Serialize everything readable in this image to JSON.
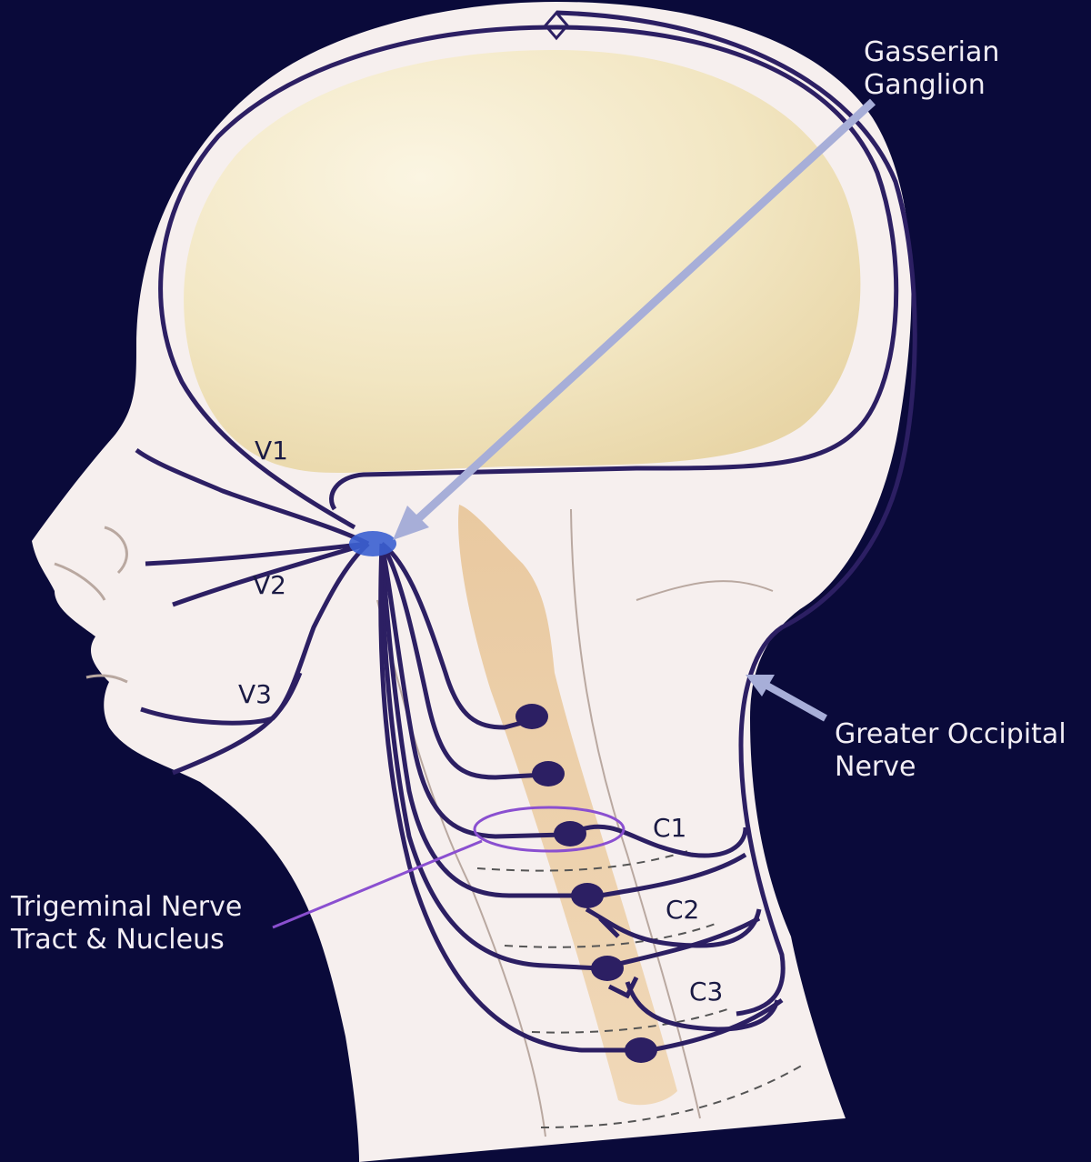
{
  "labels": {
    "gasserian_line1": "Gasserian",
    "gasserian_line2": "Ganglion",
    "occipital_line1": "Greater Occipital",
    "occipital_line2": "Nerve",
    "trigeminal_line1": "Trigeminal Nerve",
    "trigeminal_line2": "Tract & Nucleus",
    "v1": "V1",
    "v2": "V2",
    "v3": "V3",
    "c1": "C1",
    "c2": "C2",
    "c3": "C3"
  },
  "colors": {
    "background": "#0a0a3a",
    "skin": "#f6efee",
    "brain": "#f1e6c4",
    "spine": "#ebcfa6",
    "nerve": "#2c1f63",
    "ganglion": "#3b5fd0",
    "pointer": "#a7aed8",
    "tract_outline": "#8a4fd0"
  }
}
